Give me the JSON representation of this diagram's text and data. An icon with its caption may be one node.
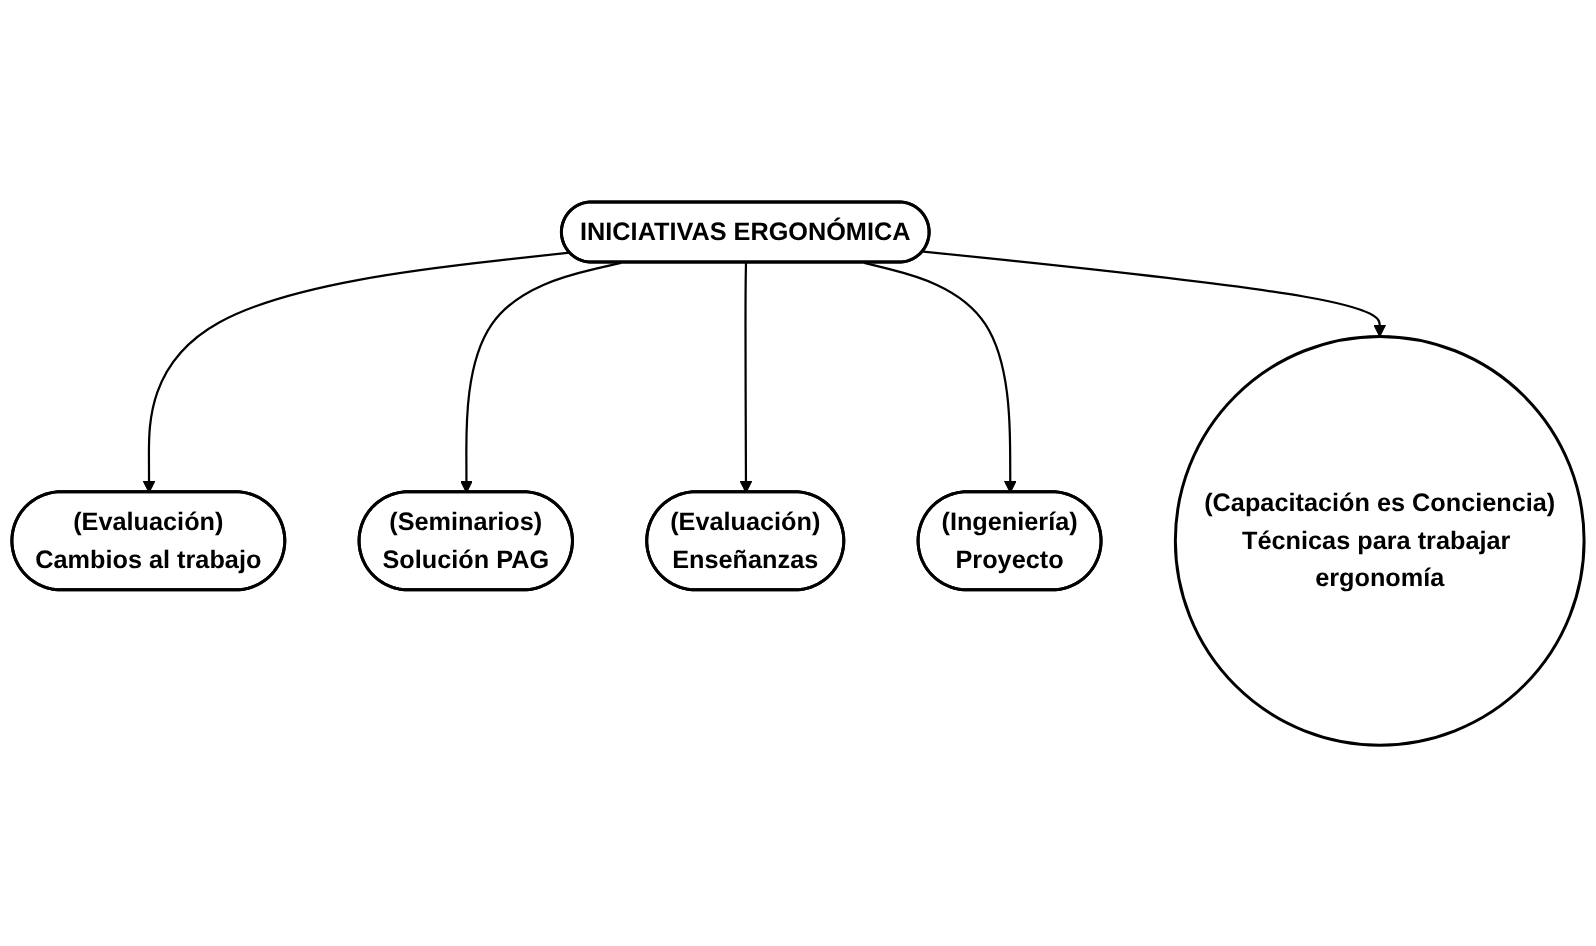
{
  "diagram": {
    "nodes": [
      {
        "text": [
          "(Evaluación)",
          "Cambios al trabajo"
        ]
      },
      {
        "text": [
          "(Seminarios)",
          "Solución PAG"
        ]
      },
      {
        "text": [
          "(Evaluación)",
          "Enseñanzas"
        ]
      },
      {
        "text": [
          "INICIATIVAS ERGONÓMICA"
        ]
      },
      {
        "text": [
          "(Ingeniería)",
          "Proyecto"
        ]
      },
      {
        "text": [
          "(Capacitación es Conciencia)",
          "Técnicas para trabajar ergonomía"
        ]
      }
    ],
    "edges": [
      {
        "from": 3,
        "to": 0,
        "arrow": "to"
      },
      {
        "from": 3,
        "to": 1,
        "arrow": "to"
      },
      {
        "from": 3,
        "to": 2,
        "arrow": "to"
      },
      {
        "from": 3,
        "to": 4,
        "arrow": "to"
      },
      {
        "from": 3,
        "to": 5,
        "arrow": "to"
      }
    ]
  }
}
